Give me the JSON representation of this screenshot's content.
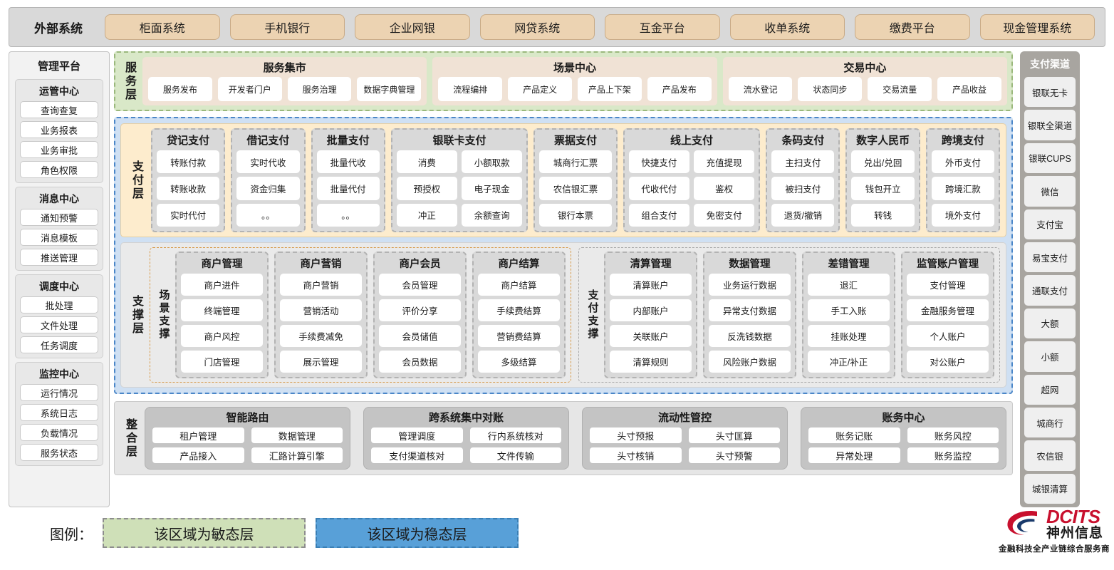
{
  "external_bar": {
    "title": "外部系统",
    "items": [
      "柜面系统",
      "手机银行",
      "企业网银",
      "网贷系统",
      "互金平台",
      "收单系统",
      "缴费平台",
      "现金管理系统"
    ]
  },
  "management_platform": {
    "title": "管理平台",
    "groups": [
      {
        "title": "运管中心",
        "items": [
          "查询查复",
          "业务报表",
          "业务审批",
          "角色权限"
        ]
      },
      {
        "title": "消息中心",
        "items": [
          "通知预警",
          "消息模板",
          "推送管理"
        ]
      },
      {
        "title": "调度中心",
        "items": [
          "批处理",
          "文件处理",
          "任务调度"
        ]
      },
      {
        "title": "监控中心",
        "items": [
          "运行情况",
          "系统日志",
          "负载情况",
          "服务状态"
        ]
      }
    ]
  },
  "service_layer": {
    "tag": "服务层",
    "groups": [
      {
        "title": "服务集市",
        "items": [
          "服务发布",
          "开发者门户",
          "服务治理",
          "数据字典管理"
        ]
      },
      {
        "title": "场景中心",
        "items": [
          "流程编排",
          "产品定义",
          "产品上下架",
          "产品发布"
        ]
      },
      {
        "title": "交易中心",
        "items": [
          "流水登记",
          "状态同步",
          "交易流量",
          "产品收益"
        ]
      }
    ]
  },
  "payment_layer": {
    "tag": "支付层",
    "groups": [
      {
        "title": "贷记支付",
        "cols": 1,
        "flex": 1,
        "rows": [
          [
            "转账付款"
          ],
          [
            "转账收款"
          ],
          [
            "实时代付"
          ]
        ]
      },
      {
        "title": "借记支付",
        "cols": 1,
        "flex": 1,
        "rows": [
          [
            "实时代收"
          ],
          [
            "资金归集"
          ],
          [
            "。。"
          ]
        ]
      },
      {
        "title": "批量支付",
        "cols": 1,
        "flex": 1,
        "rows": [
          [
            "批量代收"
          ],
          [
            "批量代付"
          ],
          [
            "。。"
          ]
        ]
      },
      {
        "title": "银联卡支付",
        "cols": 2,
        "flex": 2,
        "rows": [
          [
            "消费",
            "小额取款"
          ],
          [
            "预授权",
            "电子现金"
          ],
          [
            "冲正",
            "余额查询"
          ]
        ]
      },
      {
        "title": "票据支付",
        "cols": 1,
        "flex": 1.15,
        "rows": [
          [
            "城商行汇票"
          ],
          [
            "农信银汇票"
          ],
          [
            "银行本票"
          ]
        ]
      },
      {
        "title": "线上支付",
        "cols": 2,
        "flex": 2,
        "rows": [
          [
            "快捷支付",
            "充值提现"
          ],
          [
            "代收代付",
            "鉴权"
          ],
          [
            "组合支付",
            "免密支付"
          ]
        ]
      },
      {
        "title": "条码支付",
        "cols": 1,
        "flex": 1,
        "rows": [
          [
            "主扫支付"
          ],
          [
            "被扫支付"
          ],
          [
            "退货/撤销"
          ]
        ]
      },
      {
        "title": "数字人民币",
        "cols": 1,
        "flex": 1,
        "rows": [
          [
            "兑出/兑回"
          ],
          [
            "钱包开立"
          ],
          [
            "转钱"
          ]
        ]
      },
      {
        "title": "跨境支付",
        "cols": 1,
        "flex": 1,
        "rows": [
          [
            "外币支付"
          ],
          [
            "跨境汇款"
          ],
          [
            "境外支付"
          ]
        ]
      }
    ]
  },
  "support_layer": {
    "tag": "支撑层",
    "scene": {
      "tag": "场景支撑",
      "groups": [
        {
          "title": "商户管理",
          "items": [
            "商户进件",
            "终端管理",
            "商户风控",
            "门店管理"
          ]
        },
        {
          "title": "商户营销",
          "items": [
            "商户营销",
            "营销活动",
            "手续费减免",
            "展示管理"
          ]
        },
        {
          "title": "商户会员",
          "items": [
            "会员管理",
            "评价分享",
            "会员储值",
            "会员数据"
          ]
        },
        {
          "title": "商户结算",
          "items": [
            "商户结算",
            "手续费结算",
            "营销费结算",
            "多级结算"
          ]
        }
      ]
    },
    "pay_support": {
      "tag": "支付支撑",
      "groups": [
        {
          "title": "清算管理",
          "items": [
            "清算账户",
            "内部账户",
            "关联账户",
            "清算规则"
          ]
        },
        {
          "title": "数据管理",
          "items": [
            "业务运行数据",
            "异常支付数据",
            "反洗钱数据",
            "风险账户数据"
          ]
        },
        {
          "title": "差错管理",
          "items": [
            "退汇",
            "手工入账",
            "挂账处理",
            "冲正/补正"
          ]
        },
        {
          "title": "监管账户管理",
          "items": [
            "支付管理",
            "金融服务管理",
            "个人账户",
            "对公账户"
          ]
        }
      ]
    }
  },
  "integration_layer": {
    "tag": "整合层",
    "groups": [
      {
        "title": "智能路由",
        "rows": [
          [
            "租户管理",
            "数据管理"
          ],
          [
            "产品接入",
            "汇路计算引擎"
          ]
        ]
      },
      {
        "title": "跨系统集中对账",
        "rows": [
          [
            "管理调度",
            "行内系统核对"
          ],
          [
            "支付渠道核对",
            "文件传输"
          ]
        ]
      },
      {
        "title": "流动性管控",
        "rows": [
          [
            "头寸预报",
            "头寸匡算"
          ],
          [
            "头寸核销",
            "头寸预警"
          ]
        ]
      },
      {
        "title": "账务中心",
        "rows": [
          [
            "账务记账",
            "账务风控"
          ],
          [
            "异常处理",
            "账务监控"
          ]
        ]
      }
    ]
  },
  "payment_channels": {
    "title": "支付渠道",
    "items": [
      "银联无卡",
      "银联全渠道",
      "银联CUPS",
      "微信",
      "支付宝",
      "易宝支付",
      "通联支付",
      "大额",
      "小额",
      "超网",
      "城商行",
      "农信银",
      "城银清算"
    ]
  },
  "legend": {
    "label": "图例：",
    "agile": "该区域为敏态层",
    "stable": "该区域为稳态层"
  },
  "logo": {
    "en": "DCITS",
    "cn": "神州信息",
    "slogan": "金融科技全产业链综合服务商"
  },
  "colors": {
    "agile_green": "#d9e8c8",
    "stable_blue": "#cfe0f3",
    "payment_cream": "#fdeccd",
    "external_chip": "#ecd3b2",
    "brand_red": "#c8102e"
  }
}
